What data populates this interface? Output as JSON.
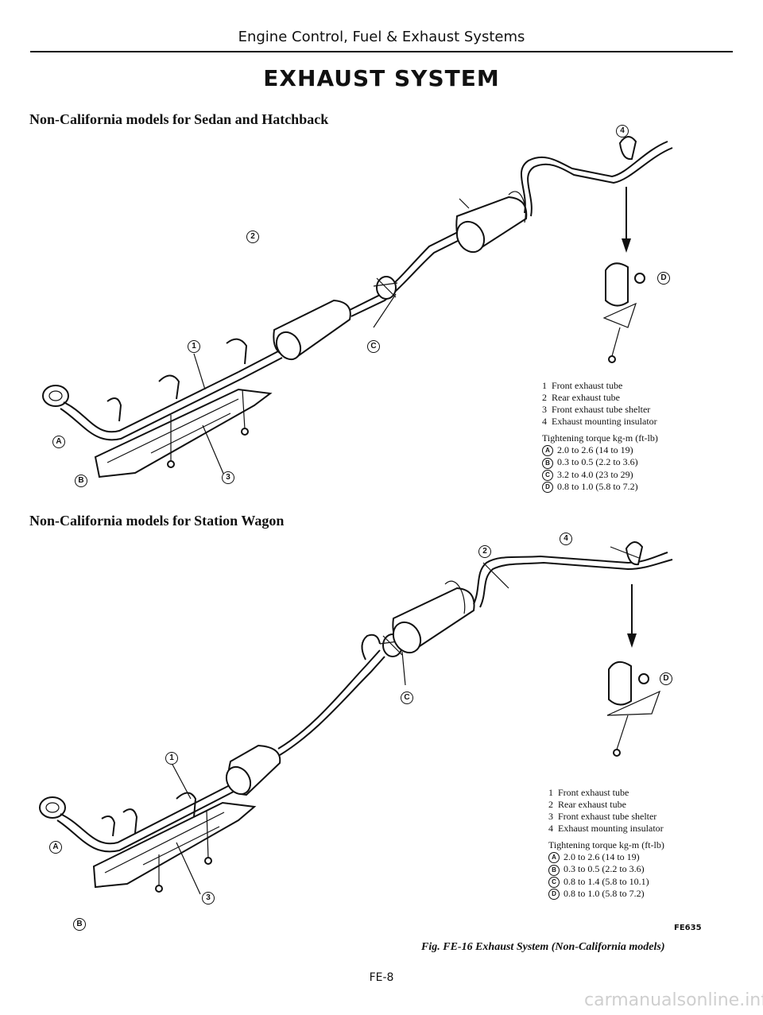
{
  "header": {
    "section": "Engine Control, Fuel & Exhaust Systems",
    "title": "EXHAUST SYSTEM"
  },
  "diagram_top": {
    "heading": "Non-California models for Sedan and Hatchback",
    "callouts": {
      "n1": "1",
      "n2": "2",
      "n3": "3",
      "n4": "4",
      "a": "A",
      "b": "B",
      "c": "C",
      "d": "D"
    },
    "parts": [
      "Front exhaust tube",
      "Rear exhaust tube",
      "Front exhaust tube shelter",
      "Exhaust mounting insulator"
    ],
    "torque_heading": "Tightening torque   kg-m (ft-lb)",
    "torques": [
      {
        "key": "A",
        "value": "2.0 to 2.6 (14 to 19)"
      },
      {
        "key": "B",
        "value": "0.3 to 0.5 (2.2 to 3.6)"
      },
      {
        "key": "C",
        "value": "3.2 to 4.0 (23 to 29)"
      },
      {
        "key": "D",
        "value": "0.8 to 1.0 (5.8 to 7.2)"
      }
    ]
  },
  "diagram_bottom": {
    "heading": "Non-California models for Station Wagon",
    "callouts": {
      "n1": "1",
      "n2": "2",
      "n3": "3",
      "n4": "4",
      "a": "A",
      "b": "B",
      "c": "C",
      "d": "D"
    },
    "parts": [
      "Front exhaust tube",
      "Rear exhaust tube",
      "Front exhaust tube shelter",
      "Exhaust mounting insulator"
    ],
    "torque_heading": "Tightening torque   kg-m (ft-lb)",
    "torques": [
      {
        "key": "A",
        "value": "2.0 to 2.6 (14 to 19)"
      },
      {
        "key": "B",
        "value": "0.3 to 0.5 (2.2 to 3.6)"
      },
      {
        "key": "C",
        "value": "0.8 to 1.4 (5.8 to 10.1)"
      },
      {
        "key": "D",
        "value": "0.8 to 1.0 (5.8 to 7.2)"
      }
    ]
  },
  "figure": {
    "code": "FE635",
    "caption": "Fig. FE-16 Exhaust System (Non-California models)"
  },
  "footer": {
    "page": "FE-8",
    "watermark": "carmanualsonline.info"
  }
}
